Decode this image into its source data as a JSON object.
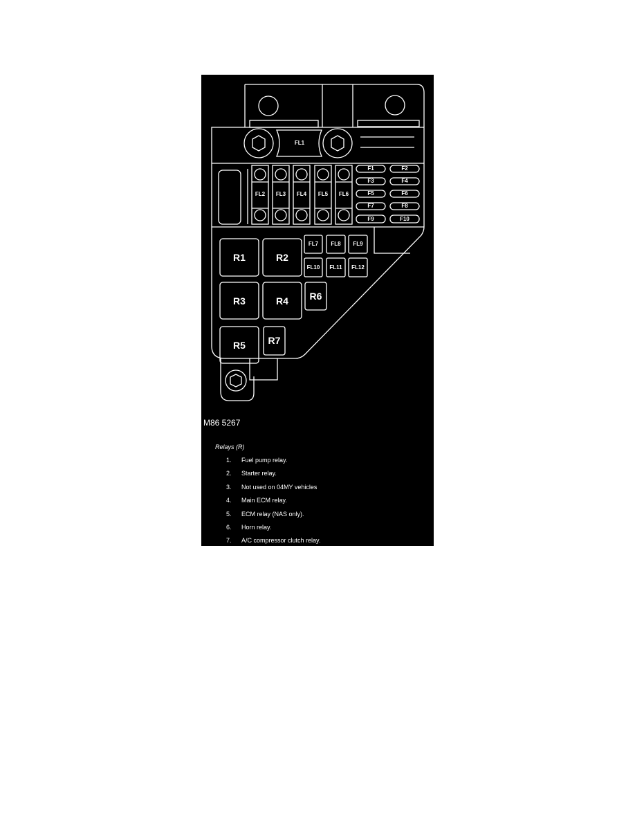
{
  "figure": {
    "id": "M86 5267",
    "colors": {
      "background": "#000000",
      "line": "#ffffff",
      "page": "#ffffff"
    },
    "fuse_links": {
      "fl1": "FL1",
      "column": [
        "FL2",
        "FL3",
        "FL4",
        "FL5",
        "FL6"
      ],
      "lower_row1": [
        "FL7",
        "FL8",
        "FL9"
      ],
      "lower_row2": [
        "FL10",
        "FL11",
        "FL12"
      ]
    },
    "fuses": [
      "F1",
      "F2",
      "F3",
      "F4",
      "F5",
      "F6",
      "F7",
      "F8",
      "F9",
      "F10"
    ],
    "relays": [
      "R1",
      "R2",
      "R3",
      "R4",
      "R5",
      "R6",
      "R7"
    ]
  },
  "legend": {
    "title": "Relays (R)",
    "items": [
      {
        "num": "1.",
        "text": "Fuel pump relay."
      },
      {
        "num": "2.",
        "text": "Starter relay."
      },
      {
        "num": "3.",
        "text": "Not used on 04MY vehicles"
      },
      {
        "num": "4.",
        "text": "Main ECM relay."
      },
      {
        "num": "5.",
        "text": "ECM relay (NAS only)."
      },
      {
        "num": "6.",
        "text": "Horn relay."
      },
      {
        "num": "7.",
        "text": "A/C compressor clutch relay."
      }
    ]
  }
}
